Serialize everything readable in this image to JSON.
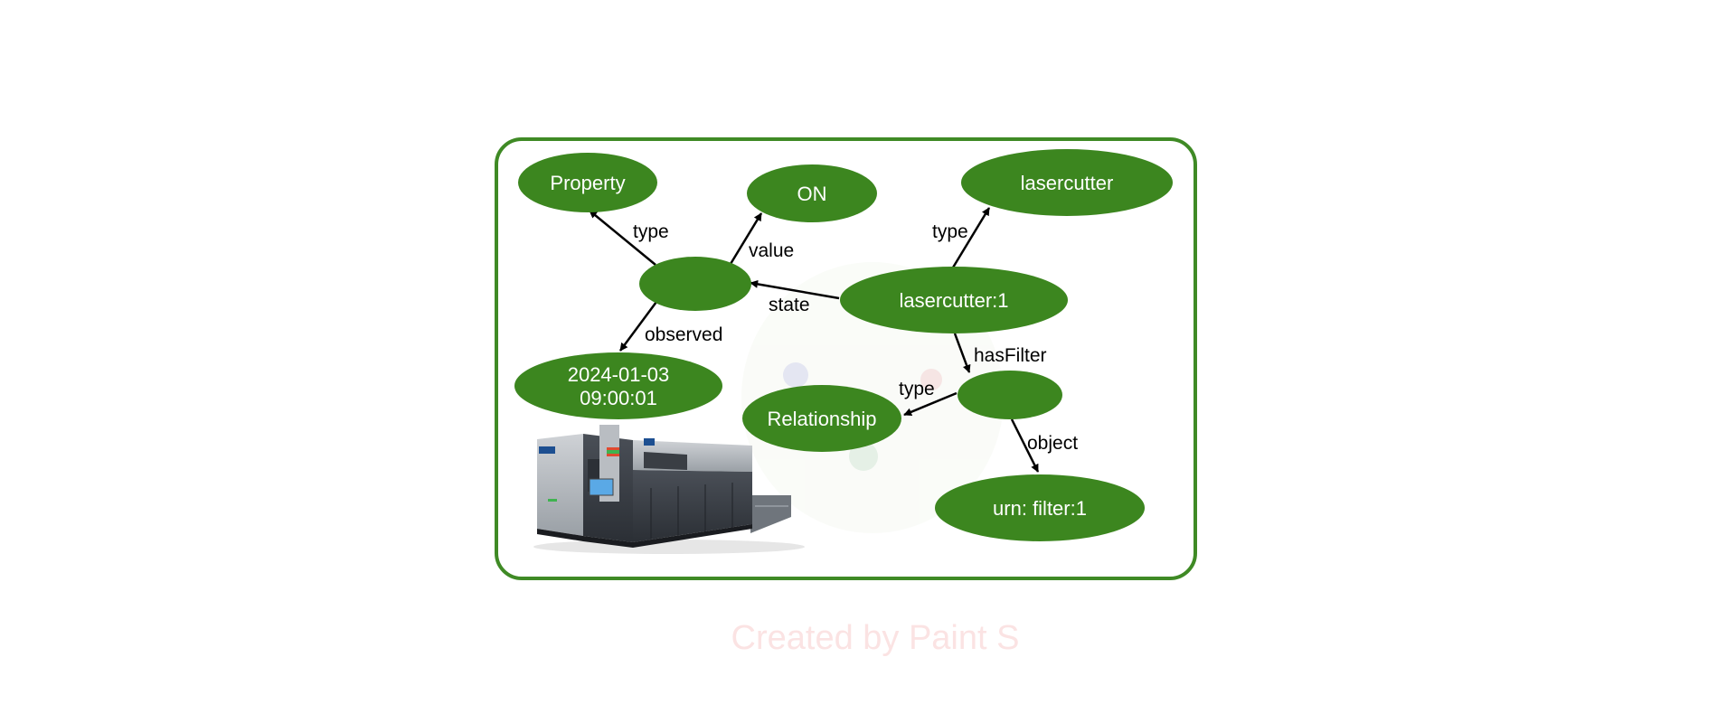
{
  "colors": {
    "node_fill": "#3c861f",
    "frame_stroke": "#3f8a25",
    "edge": "#000000",
    "node_text": "#ffffff",
    "watermark": "#fbe3e3"
  },
  "nodes": {
    "property": {
      "label": "Property"
    },
    "on": {
      "label": "ON"
    },
    "lasercutter_type": {
      "label": "lasercutter"
    },
    "state_blank": {
      "label": ""
    },
    "lasercutter_1": {
      "label": "lasercutter:1"
    },
    "observed_date": {
      "line1": "2024-01-03",
      "line2": "09:00:01"
    },
    "relationship": {
      "label": "Relationship"
    },
    "filter_blank": {
      "label": ""
    },
    "urn_filter": {
      "label": "urn: filter:1"
    }
  },
  "edges": {
    "state_type": "type",
    "state_value": "value",
    "laser_type": "type",
    "laser_state": "state",
    "state_observed": "observed",
    "laser_hasfilter": "hasFilter",
    "filter_type": "type",
    "filter_object": "object"
  },
  "illustration": {
    "icon": "laser-cutter-machine-icon"
  },
  "watermark": {
    "text": "Created by Paint S"
  }
}
